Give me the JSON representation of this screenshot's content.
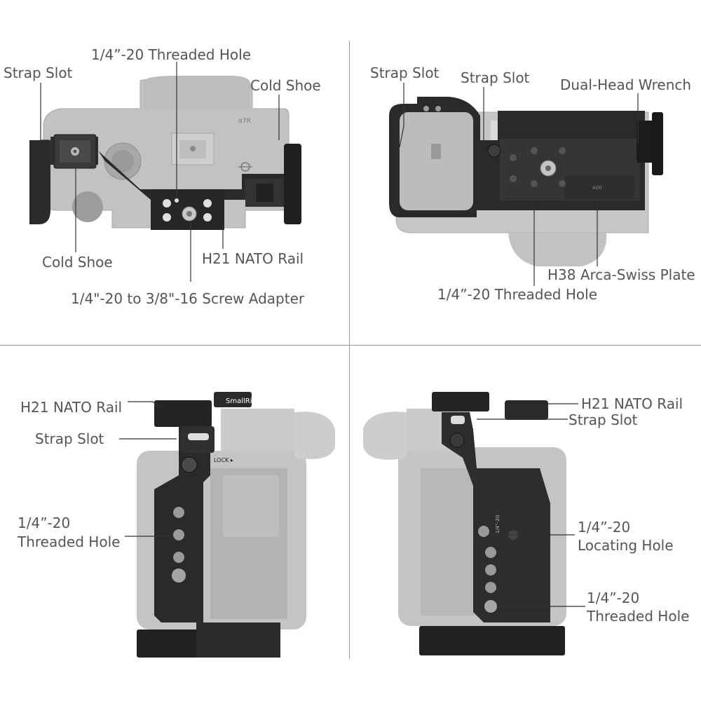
{
  "panels": {
    "top_left": {
      "labels": {
        "strap_slot": "Strap Slot",
        "threaded_hole": "1/4”-20 Threaded Hole",
        "cold_shoe_top": "Cold Shoe",
        "cold_shoe_bottom": "Cold Shoe",
        "nato_rail": "H21 NATO Rail",
        "screw_adapter": "1/4\"-20 to 3/8\"-16 Screw Adapter"
      },
      "markings": {
        "brand_text": "α7R"
      }
    },
    "top_right": {
      "labels": {
        "strap_slot_1": "Strap Slot",
        "strap_slot_2": "Strap Slot",
        "wrench": "Dual-Head Wrench",
        "arca_plate": "H38 Arca-Swiss Plate",
        "threaded_hole": "1/4”-20 Threaded Hole"
      },
      "markings": {
        "plate_text": "A00"
      }
    },
    "bottom_left": {
      "labels": {
        "nato_rail": "H21 NATO Rail",
        "strap_slot": "Strap Slot",
        "threaded_hole_l1": "1/4”-20",
        "threaded_hole_l2": "Threaded Hole"
      },
      "markings": {
        "brand": "SmallRig",
        "lock": "LOCK ▸"
      }
    },
    "bottom_right": {
      "labels": {
        "nato_rail": "H21 NATO Rail",
        "strap_slot": "Strap Slot",
        "locating_l1": "1/4”-20",
        "locating_l2": "Locating Hole",
        "threaded_l1": "1/4”-20",
        "threaded_l2": "Threaded Hole"
      },
      "markings": {
        "vertical_text": "1/4”-20"
      }
    }
  },
  "colors": {
    "label_text": "#555555",
    "leader_line": "#333333",
    "cage_metal": "#2b2b2b",
    "camera_body": "#b5b5b5",
    "divider": "#9a9a9a"
  }
}
